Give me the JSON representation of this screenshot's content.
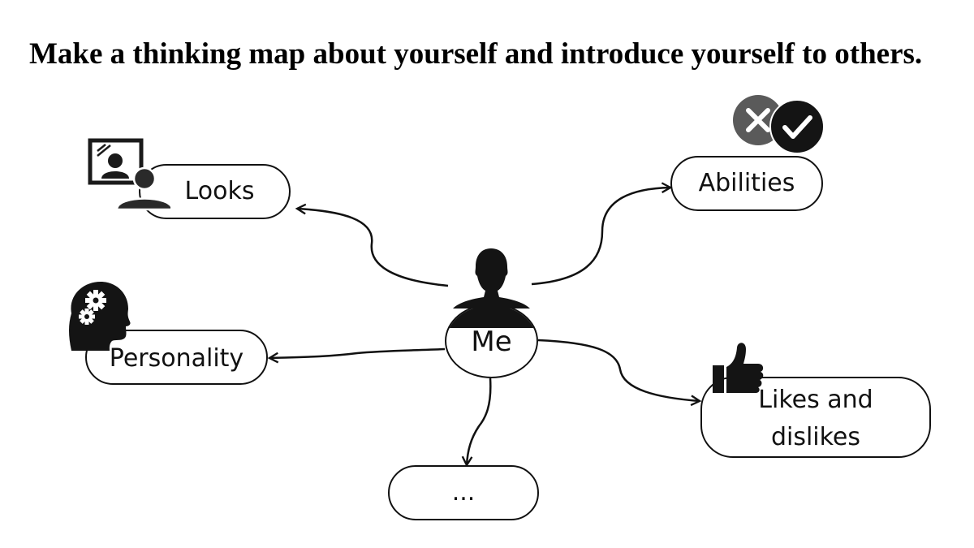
{
  "heading": "Make a thinking map about yourself and introduce yourself to others.",
  "center": {
    "label": "Me",
    "icon": "person-silhouette-icon"
  },
  "branches": [
    {
      "label": "Looks",
      "icon": "portrait-mirror-icon"
    },
    {
      "label": "Abilities",
      "icon": "cross-check-icon"
    },
    {
      "label": "Personality",
      "icon": "head-gears-icon"
    },
    {
      "label": "Likes and dislikes",
      "icon": "thumbs-up-icon"
    },
    {
      "label": "...",
      "icon": ""
    }
  ],
  "colors": {
    "ink": "#111111",
    "gray": "#5a5a5a",
    "background": "#ffffff"
  }
}
